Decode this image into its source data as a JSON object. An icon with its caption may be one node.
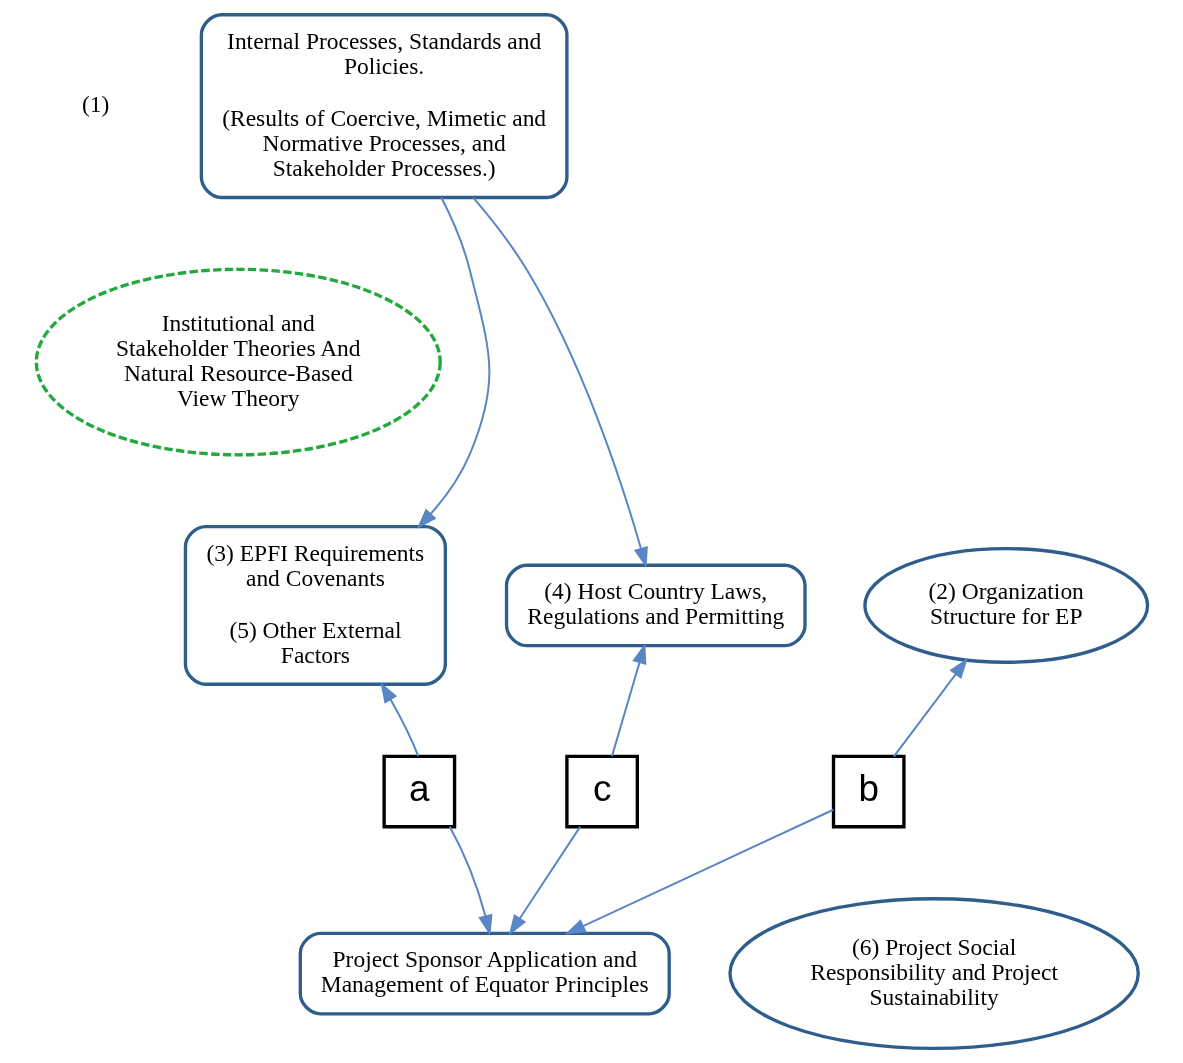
{
  "diagram": {
    "nodes": [
      {
        "text": [
          "Internal Processes, Standards and Policies.",
          "(Results of Coercive, Mimetic and Normative Processes, and Stakeholder Processes.)"
        ],
        "beside": [
          "(1)"
        ]
      },
      {
        "text": [
          "Institutional and Stakeholder Theories And Natural Resource-Based View Theory"
        ]
      },
      {
        "text": [
          "(3) EPFI Requirements and Covenants",
          "(5) Other External Factors"
        ]
      },
      {
        "text": [
          "(2) Organization Structure for EP"
        ]
      },
      {
        "text": [
          "(4) Host Country Laws, Regulations and Permitting"
        ]
      },
      {
        "text": [
          "a"
        ]
      },
      {
        "text": [
          "b"
        ]
      },
      {
        "text": [
          "c"
        ]
      },
      {
        "text": [
          "Project Sponsor Application and Management of Equator Principles"
        ]
      },
      {
        "text": [
          "(6) Project Social Responsibility and Project Sustainability"
        ]
      }
    ],
    "edges": [
      {
        "from": 0,
        "to": 2,
        "arrow": "to"
      },
      {
        "from": 0,
        "to": 4,
        "arrow": "to"
      },
      {
        "from": 5,
        "to": 2,
        "arrow": "to"
      },
      {
        "from": 5,
        "to": 8,
        "arrow": "to"
      },
      {
        "from": 6,
        "to": 3,
        "arrow": "to"
      },
      {
        "from": 6,
        "to": 8,
        "arrow": "to"
      },
      {
        "from": 7,
        "to": 4,
        "arrow": "to"
      },
      {
        "from": 7,
        "to": 8,
        "arrow": "to"
      }
    ]
  }
}
